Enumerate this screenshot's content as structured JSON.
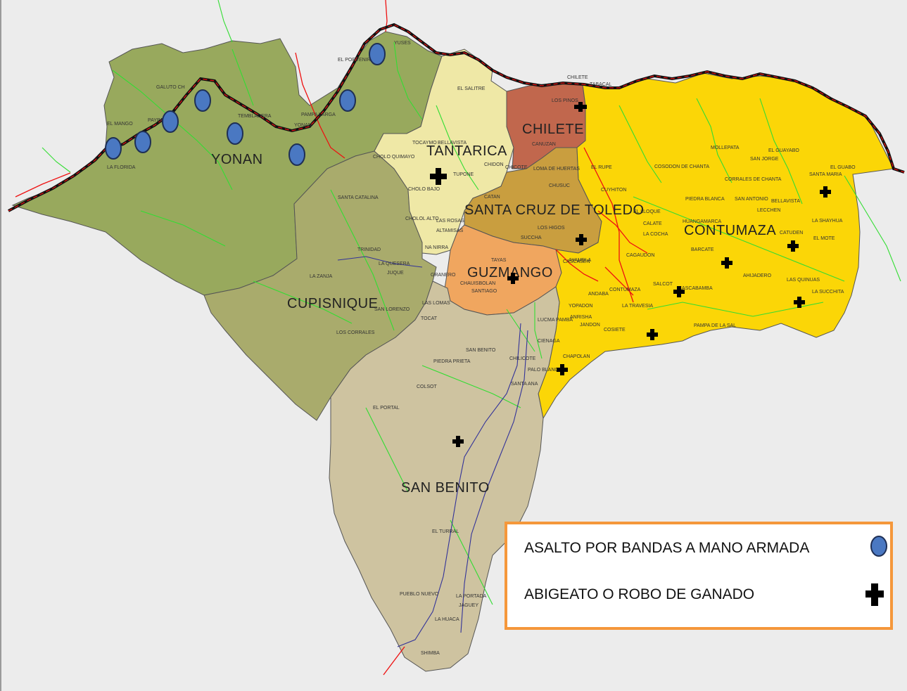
{
  "colors": {
    "background": "#ececec",
    "yonan": "#98a95d",
    "cupisnique": "#a9ab6c",
    "tantarica": "#efe8a6",
    "chilete": "#c1674d",
    "santa_cruz": "#c99e3f",
    "guzmango": "#f0a65f",
    "contumaza": "#fbd607",
    "san_benito": "#cec3a0",
    "rivers": "#33dd33",
    "roads": "#ee1111",
    "tracks": "#333399",
    "legend_border": "#f5973a",
    "assault_marker": "#4a78c2",
    "theft_marker": "#000000"
  },
  "districts": {
    "yonan": "YONAN",
    "cupisnique": "CUPISNIQUE",
    "tantarica": "TANTARICA",
    "chilete": "CHILETE",
    "santa_cruz": "SANTA CRUZ DE TOLEDO",
    "guzmango": "GUZMANGO",
    "contumaza": "CONTUMAZA",
    "san_benito": "SAN BENITO"
  },
  "places": {
    "el_porvenir": "EL PORVENIR",
    "yuses": "YUSES",
    "galuto": "GALUTO CH",
    "el_mango": "EL MANGO",
    "paypay": "PAYPAY",
    "la_florida": "LA FLORIDA",
    "tembladera": "TEMBLADERA",
    "pampa_larga": "PAMPA LARGA",
    "yonan_town": "YONAN",
    "el_salitre": "EL SALITRE",
    "tocaymo": "TOCAYMO",
    "bellavista_t": "BELLAVISTA",
    "tupone": "TUPONE",
    "cholo_bajo": "CHOLO BAJO",
    "chidon": "CHIDON",
    "choloquimayo": "CHOLO QUIMAYO",
    "santa_catalina": "SANTA CATALINA",
    "cholol_alto": "CHOLOL ALTO",
    "las_rosas": "LAS ROSAS",
    "altamisas": "ALTAMISAS",
    "namirra": "NA NIRRA",
    "trinidad": "TRINIDAD",
    "la_quesera": "LA QUESERA",
    "jugue": "JUQUE",
    "la_zanja": "LA ZANJA",
    "granero": "GRANERO",
    "las_lomas": "LAS LOMAS",
    "san_lorenzo": "SAN LORENZO",
    "tocat": "TOCAT",
    "los_corrales": "LOS CORRALES",
    "chilete_top": "CHILETE",
    "tabacal": "TABACAL",
    "los_pinos": "LOS PINOS",
    "canuzan": "CANUZAN",
    "chicote": "CHICOTE",
    "loma_huertas": "LOMA DE HUERTAS",
    "chusuc": "CHUSUC",
    "catan": "CATAN",
    "el_rupe": "EL RUPE",
    "cuyhuton": "CUYHITON",
    "los_higos": "LOS HIGOS",
    "succha": "SUCCHA",
    "tayas": "TAYAS",
    "chauisbolan": "CHAUISBOLAN",
    "santiago": "SANTIAGO",
    "cascasen": "CASCASEN",
    "yopadon": "YOPADON",
    "anrisha": "ANRISHA",
    "jandon": "JANDON",
    "cosiete": "COSIETE",
    "lucma_pamba": "LUCMA PAMBA",
    "cienaga": "CIENAGA",
    "san_benito_t": "SAN BENITO",
    "chilicote": "CHILICOTE",
    "piedra_prieta": "PIEDRA PRIETA",
    "colsot": "COLSOT",
    "el_portal": "EL PORTAL",
    "chapolan": "CHAPOLAN",
    "palo_blanco": "PALO BLANCO",
    "santa_ana": "SANTA ANA",
    "el_turral": "EL TURRAL",
    "pueblo_nuevo": "PUEBLO NUEVO",
    "la_portada": "LA PORTADA",
    "jaguey": "JAGUEY",
    "la_huaca": "LA HUACA",
    "shimba": "SHIMBA",
    "mollepata": "MOLLEPATA",
    "el_guayabo": "EL GUAYABO",
    "cosodon": "COSODON DE CHANTA",
    "san_jorge": "SAN JORGE",
    "corrales_chanta": "CORRALES DE CHANTA",
    "el_guabo": "EL GUABO",
    "santa_maria": "SANTA MARIA",
    "piedra_blanca": "PIEDRA BLANCA",
    "san_antonio": "SAN ANTONIO",
    "bellavista_c": "BELLAVISTA",
    "lecchen": "LECCHEN",
    "la_shayhua": "LA SHAYHUA",
    "huangamarca": "HUANGAMARCA",
    "catuden": "CATUDEN",
    "el_mote": "EL MOTE",
    "calate": "CALATE",
    "la_cocha": "LA COCHA",
    "barcate": "BARCATE",
    "cascabamba": "CASCABAMBA",
    "ahijadero": "AHIJADERO",
    "las_quinuas": "LAS QUINUAS",
    "la_succhita": "LA SUCCHITA",
    "contumaza_t": "CONTUMAZA",
    "salcot": "SALCOT",
    "la_travesia": "LA TRAVESIA",
    "pampa_sal": "PAMPA DE LA SAL",
    "el_lloque": "EL LLOQUE",
    "cagaudon": "CAGAUDON",
    "ayambla": "AYAMBLA",
    "andaba": "ANDABA"
  },
  "legend": {
    "assault_label": "ASALTO POR BANDAS A MANO ARMADA",
    "assault_icon": "blue-oval-marker",
    "theft_label": "ABIGEATO O ROBO DE GANADO",
    "theft_icon": "black-cross-marker"
  }
}
